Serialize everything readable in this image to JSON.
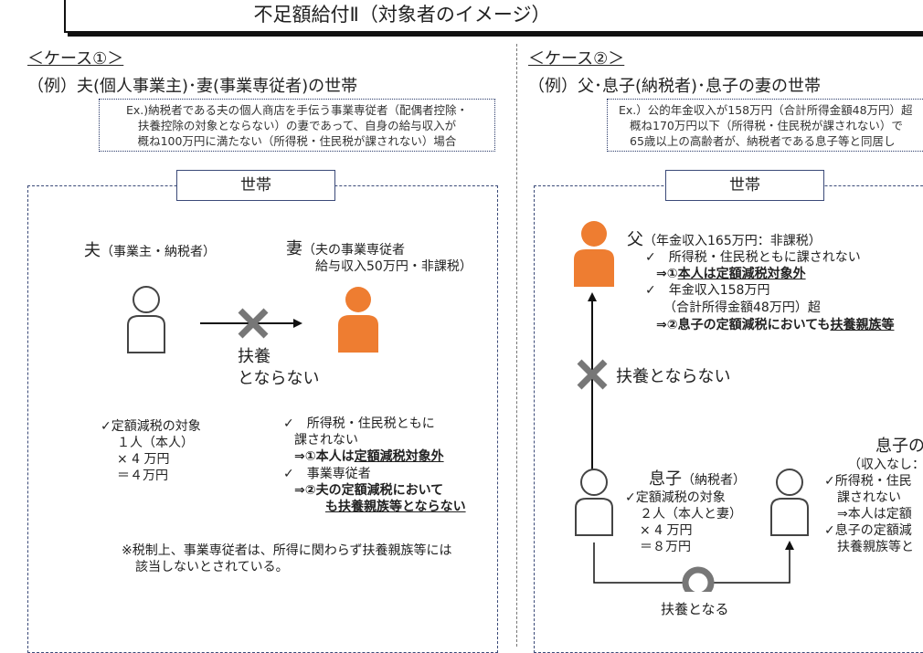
{
  "header": {
    "title": "不足額給付Ⅱ（対象者のイメージ）"
  },
  "case1": {
    "label": "＜ケース①＞",
    "example": "（例）夫(個人事業主)･妻(事業専従者)の世帯",
    "note": [
      "Ex.)納税者である夫の個人商店を手伝う事業専従者（配偶者控除・",
      "扶養控除の対象とならない）の妻であって、自身の給与収入が",
      "概ね100万円に満たない（所得税・住民税が課されない）場合"
    ],
    "household_label": "世帯",
    "husband": {
      "name": "夫",
      "detail": "（事業主・納税者）"
    },
    "wife": {
      "name": "妻",
      "detail1": "（夫の事業専従者",
      "detail2": "給与収入50万円・非課税）"
    },
    "no_dependent": [
      "扶養",
      "とならない"
    ],
    "husband_calc": [
      "✓定額減税の対象",
      "１人（本人）",
      "× 4 万円",
      "＝４万円"
    ],
    "wife_points": {
      "check1": "✓　所得税・住民税ともに",
      "check1b": "課されない",
      "result1_prefix": "⇒①本人は",
      "result1_emph": "定額減税対象外",
      "check2": "✓　事業専従者",
      "result2_prefix": "⇒②",
      "result2_a": "夫の定額減税において",
      "result2_b": "も扶養親族等とならない"
    },
    "footnote": [
      "※税制上、事業専従者は、所得に関わらず扶養親族等には",
      "該当しないとされている。"
    ]
  },
  "case2": {
    "label": "＜ケース②＞",
    "example": "（例）父･息子(納税者)･息子の妻の世帯",
    "note": [
      "Ex.）公的年金収入が158万円（合計所得金額48万円）超",
      "概ね170万円以下（所得税・住民税が課されない）で",
      "65歳以上の高齢者が、納税者である息子等と同居し"
    ],
    "household_label": "世帯",
    "father": {
      "name": "父",
      "detail": "（年金収入165万円：非課税）",
      "check1": "✓　所得税・住民税ともに課されない",
      "result1_prefix": "⇒①",
      "result1_emph": "本人は定額減税対象外",
      "check2": "✓　年金収入158万円",
      "check2b": "（合計所得金額48万円）超",
      "result2_prefix": "⇒②",
      "result2_a": "息子の定額減税においても",
      "result2_b": "扶養親族等"
    },
    "no_dependent": "扶養とならない",
    "son": {
      "name": "息子",
      "detail": "（納税者）",
      "calc": [
        "✓定額減税の対象",
        "２人（本人と妻）",
        "× 4 万円",
        "＝８万円"
      ]
    },
    "son_wife": {
      "name": "息子の",
      "l1": "（収入なし：",
      "l2": "✓所得税・住民",
      "l3": "課されない",
      "l4": "⇒本人は定額",
      "l5": "✓息子の定額減",
      "l6": "扶養親族等と"
    },
    "dependent": "扶養となる"
  },
  "colors": {
    "orange": "#ee7d31",
    "navy": "#3b4a78",
    "gray": "#7f7f7f"
  }
}
